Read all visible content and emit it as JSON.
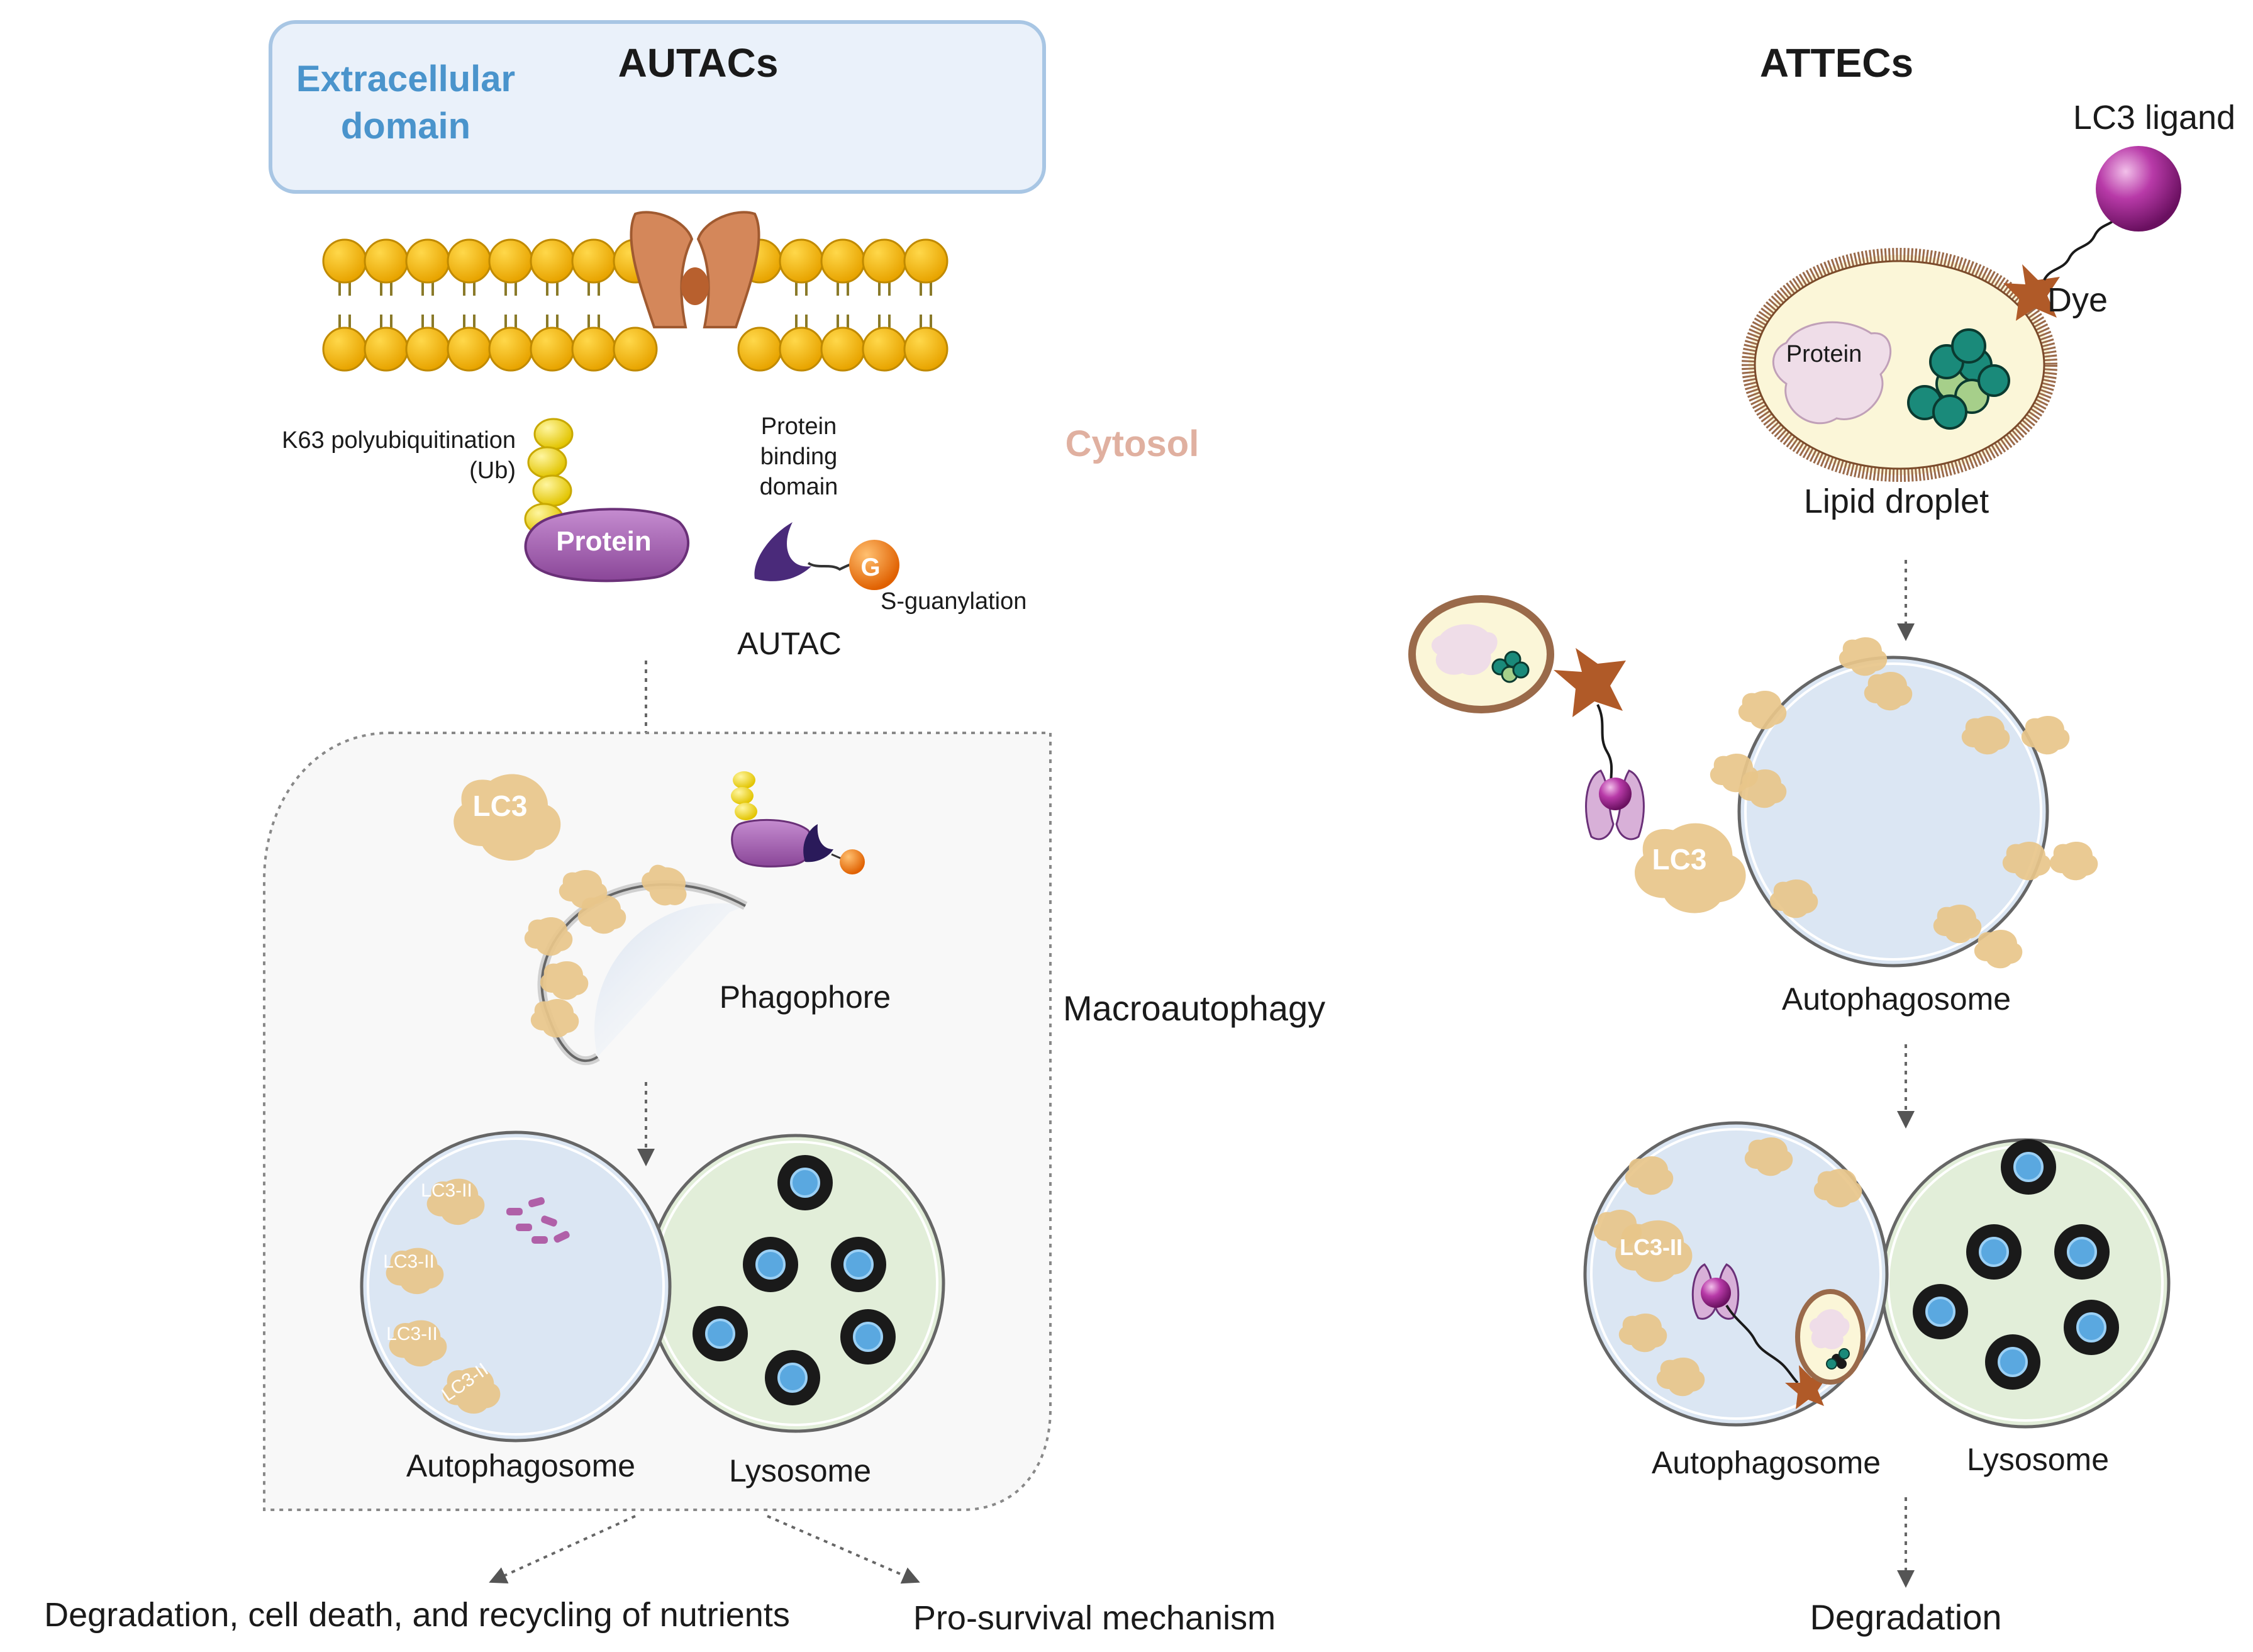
{
  "autacs": {
    "title": "AUTACs",
    "extracellular_line1": "Extracellular",
    "extracellular_line2": "domain",
    "cytosol": "Cytosol",
    "k63_line1": "K63 polyubiquitination",
    "k63_line2": "(Ub)",
    "protein_label": "Protein",
    "pbd_line1": "Protein",
    "pbd_line2": "binding",
    "pbd_line3": "domain",
    "g_label": "G",
    "s_guanylation": "S-guanylation",
    "autac_label": "AUTAC",
    "lc3": "LC3",
    "phagophore": "Phagophore",
    "macroautophagy": "Macroautophagy",
    "lc3_ii": "LC3-II",
    "autophagosome": "Autophagosome",
    "lysosome": "Lysosome",
    "outcome_left": "Degradation, cell death, and recycling of nutrients",
    "outcome_right": "Pro-survival mechanism"
  },
  "attecs": {
    "title": "ATTECs",
    "lc3_ligand": "LC3 ligand",
    "dye": "Dye",
    "protein_label": "Protein",
    "lipid_droplet": "Lipid droplet",
    "lc3": "LC3",
    "autophagosome_top": "Autophagosome",
    "lc3_ii": "LC3-II",
    "autophagosome_bottom": "Autophagosome",
    "lysosome": "Lysosome",
    "degradation": "Degradation"
  },
  "colors": {
    "membrane_head": "#f5b800",
    "membrane_tail": "#8a7a2a",
    "channel": "#c8784a",
    "ubiquitin": "#f2d800",
    "protein_purple": "#9b5aa8",
    "guanine_orange": "#f07a10",
    "lc3_tan": "#e8c68a",
    "autophagosome_fill": "#dbe6f3",
    "lysosome_fill": "#e2eed9",
    "extracellular_box": "#eaf1fa",
    "extracellular_text": "#4a94cc",
    "cytosol_text": "#e0b0a0",
    "ligand_magenta": "#a8289a",
    "dye_star": "#b05a28",
    "droplet_fill": "#fbf6d8",
    "arrow_gray": "#666666"
  }
}
